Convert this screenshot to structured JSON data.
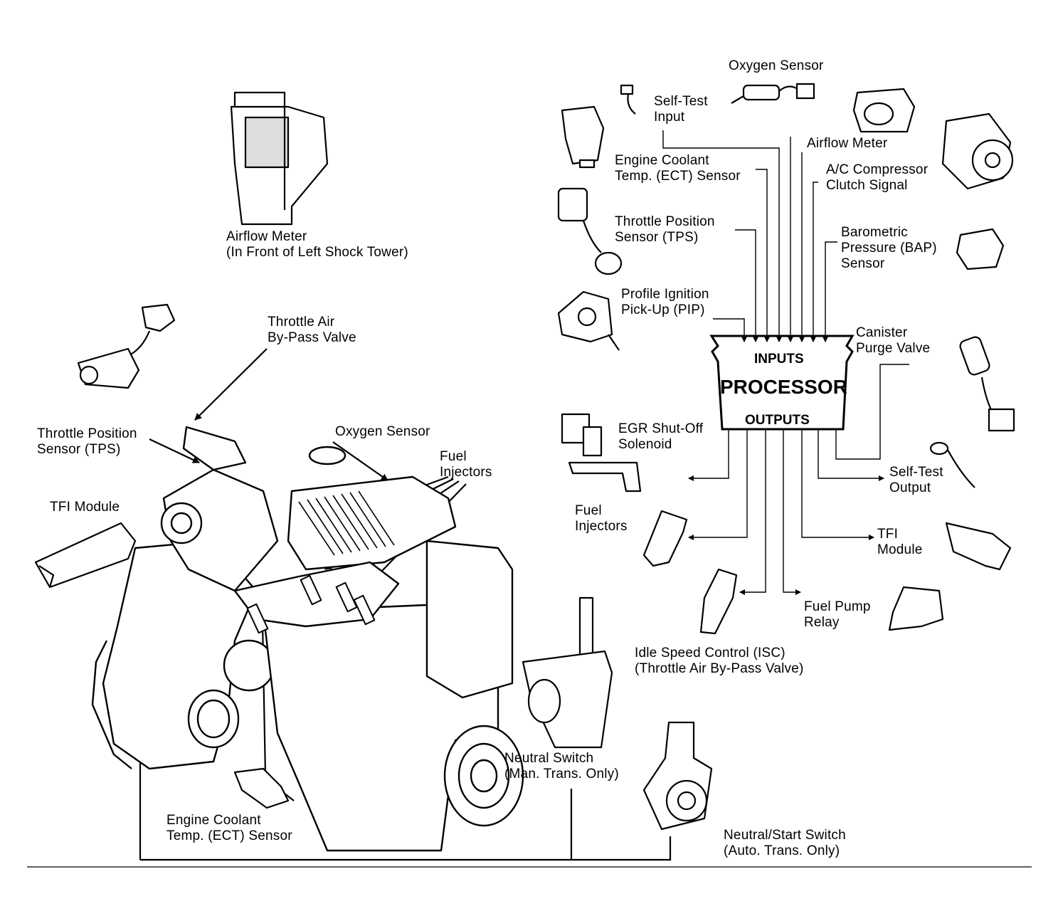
{
  "processor": {
    "inputs": "INPUTS",
    "title": "PROCESSOR",
    "outputs": "OUTPUTS"
  },
  "engine_labels": {
    "airflow_meter": [
      "Airflow Meter",
      "(In Front of Left Shock Tower)"
    ],
    "throttle_air_bypass": [
      "Throttle Air",
      "By-Pass Valve"
    ],
    "throttle_position": [
      "Throttle Position",
      "Sensor (TPS)"
    ],
    "oxygen_sensor": [
      "Oxygen Sensor"
    ],
    "fuel_injectors": [
      "Fuel",
      "Injectors"
    ],
    "tfi_module": [
      "TFI Module"
    ],
    "engine_coolant": [
      "Engine Coolant",
      "Temp. (ECT) Sensor"
    ],
    "neutral_switch": [
      "Neutral Switch",
      "(Man. Trans. Only)"
    ],
    "neutral_start": [
      "Neutral/Start Switch",
      "(Auto. Trans. Only)"
    ]
  },
  "input_labels": {
    "oxygen_sensor": [
      "Oxygen Sensor"
    ],
    "self_test_input": [
      "Self-Test",
      "Input"
    ],
    "airflow_meter": [
      "Airflow Meter"
    ],
    "engine_coolant": [
      "Engine Coolant",
      "Temp. (ECT) Sensor"
    ],
    "ac_compressor": [
      "A/C Compressor",
      "Clutch Signal"
    ],
    "throttle_position": [
      "Throttle Position",
      "Sensor (TPS)"
    ],
    "barometric": [
      "Barometric",
      "Pressure (BAP)",
      "Sensor"
    ],
    "pip": [
      "Profile Ignition",
      "Pick-Up (PIP)"
    ]
  },
  "output_labels": {
    "canister_purge": [
      "Canister",
      "Purge Valve"
    ],
    "egr_shutoff": [
      "EGR Shut-Off",
      "Solenoid"
    ],
    "self_test_output": [
      "Self-Test",
      "Output"
    ],
    "fuel_injectors": [
      "Fuel",
      "Injectors"
    ],
    "tfi_module": [
      "TFI",
      "Module"
    ],
    "fuel_pump_relay": [
      "Fuel Pump",
      "Relay"
    ],
    "isc": [
      "Idle Speed Control (ISC)",
      "(Throttle Air By-Pass Valve)"
    ]
  }
}
